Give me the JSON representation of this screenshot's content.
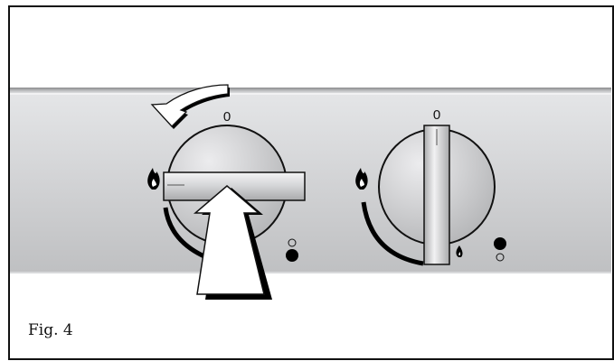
{
  "figure": {
    "caption": "Fig. 4",
    "left_knob": {
      "zero_label": "0",
      "orientation": "horizontal",
      "action": "push-in and rotate counter-clockwise",
      "icons": [
        "large-flame-icon",
        "ignition-indicator-icon"
      ]
    },
    "right_knob": {
      "zero_label": "0",
      "orientation": "vertical",
      "icons": [
        "large-flame-icon",
        "small-flame-icon",
        "ignition-indicator-icon"
      ]
    },
    "colors": {
      "panel_top": "#e2e3e5",
      "panel_bottom": "#c0c1c3",
      "outline": "#111111"
    }
  }
}
